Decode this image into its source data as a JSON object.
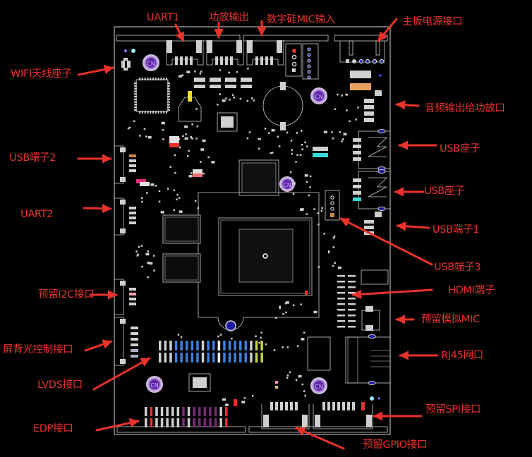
{
  "diagram": {
    "title": "Mainboard PCB layout with interface annotations",
    "colors": {
      "background": "#000000",
      "outline": "#d8d8c8",
      "pad": "#cfcfcf",
      "annotation": "#e8322c",
      "mounting_hole": "#6a2fb0",
      "blue_pad": "#3f7fd8",
      "purple_pad": "#7a2a78",
      "cyan_pad": "#38d8d8",
      "yellow_pad": "#f0e020",
      "orange_pad": "#c98840",
      "pink_pad": "#e0307a"
    },
    "annotations": [
      {
        "id": "uart1",
        "text": "UART1"
      },
      {
        "id": "amp-out",
        "text": "功放输出"
      },
      {
        "id": "digital-mic",
        "text": "数字硅MIC输入"
      },
      {
        "id": "main-power",
        "text": "主板电源接口"
      },
      {
        "id": "wifi-antenna",
        "text": "WIFI天线座子"
      },
      {
        "id": "audio-out-amp",
        "text": "音频输出给功放口"
      },
      {
        "id": "usb-socket-1",
        "text": "USB座子"
      },
      {
        "id": "usb-socket-2",
        "text": "USB座子"
      },
      {
        "id": "usb-port-1",
        "text": "USB端子1"
      },
      {
        "id": "usb-port-3",
        "text": "USB端子3"
      },
      {
        "id": "usb-port-2",
        "text": "USB端子2"
      },
      {
        "id": "uart2",
        "text": "UART2"
      },
      {
        "id": "hdmi",
        "text": "HDMI端子"
      },
      {
        "id": "reserved-i2c",
        "text": "预留I2C接口"
      },
      {
        "id": "reserved-analog-mic",
        "text": "预留模拟MIC"
      },
      {
        "id": "backlight-ctrl",
        "text": "屏背光控制接口"
      },
      {
        "id": "rj45",
        "text": "RJ45网口"
      },
      {
        "id": "lvds",
        "text": "LVDS接口"
      },
      {
        "id": "reserved-spi",
        "text": "预留SPI接口"
      },
      {
        "id": "edp",
        "text": "EDP接口"
      },
      {
        "id": "reserved-gpio",
        "text": "预留GPIO接口"
      }
    ],
    "silkscreen_marks": [
      "CN",
      "CN",
      "CN",
      "CN",
      "CN"
    ]
  }
}
